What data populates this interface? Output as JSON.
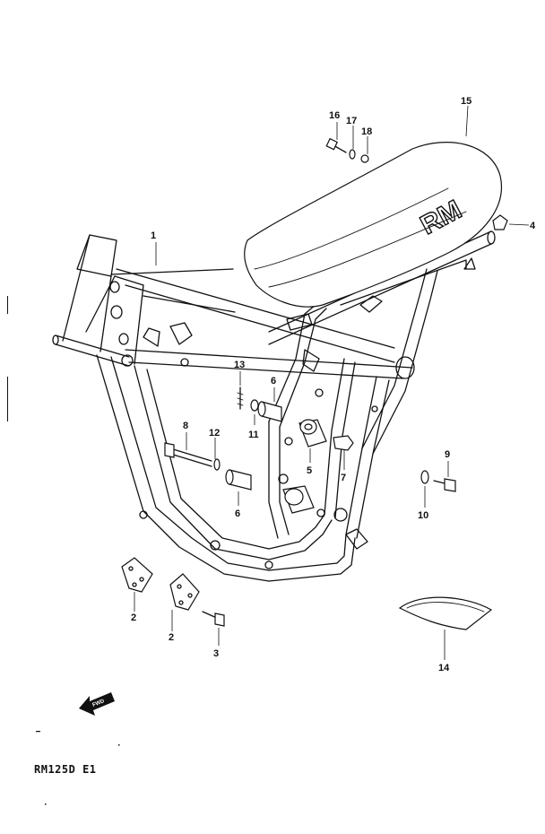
{
  "diagram": {
    "caption": "RM125D E1",
    "seat_logo": "RM",
    "fwd_label": "FWD"
  },
  "callouts": [
    {
      "id": "1",
      "label": "1"
    },
    {
      "id": "2a",
      "label": "2"
    },
    {
      "id": "2b",
      "label": "2"
    },
    {
      "id": "3",
      "label": "3"
    },
    {
      "id": "4",
      "label": "4"
    },
    {
      "id": "5",
      "label": "5"
    },
    {
      "id": "6a",
      "label": "6"
    },
    {
      "id": "6b",
      "label": "6"
    },
    {
      "id": "7",
      "label": "7"
    },
    {
      "id": "8",
      "label": "8"
    },
    {
      "id": "9",
      "label": "9"
    },
    {
      "id": "10",
      "label": "10"
    },
    {
      "id": "11",
      "label": "11"
    },
    {
      "id": "12",
      "label": "12"
    },
    {
      "id": "13",
      "label": "13"
    },
    {
      "id": "14",
      "label": "14"
    },
    {
      "id": "15",
      "label": "15"
    },
    {
      "id": "16",
      "label": "16"
    },
    {
      "id": "17",
      "label": "17"
    },
    {
      "id": "18",
      "label": "18"
    }
  ]
}
